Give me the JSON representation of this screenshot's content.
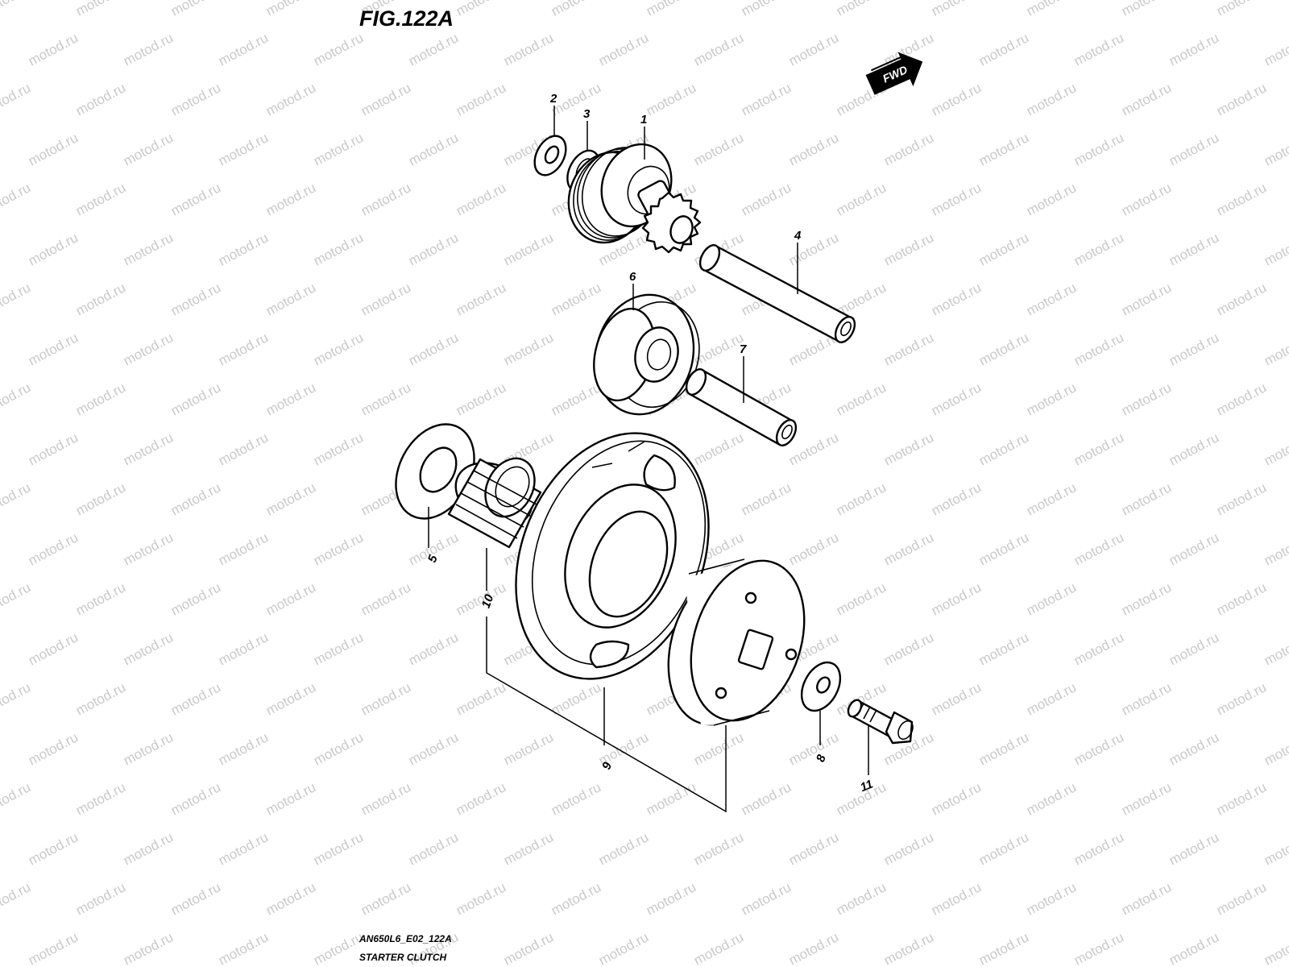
{
  "figure_title": "FIG.122A",
  "fwd_label": "FWD",
  "watermark_text": "motod.ru",
  "footer": {
    "model_code": "AN650L6_E02_122A",
    "section_name": "STARTER CLUTCH"
  },
  "callouts": [
    {
      "id": "callout-1",
      "text": "1"
    },
    {
      "id": "callout-2",
      "text": "2"
    },
    {
      "id": "callout-3",
      "text": "3"
    },
    {
      "id": "callout-4",
      "text": "4"
    },
    {
      "id": "callout-5",
      "text": "5"
    },
    {
      "id": "callout-6",
      "text": "6"
    },
    {
      "id": "callout-7",
      "text": "7"
    },
    {
      "id": "callout-8",
      "text": "8"
    },
    {
      "id": "callout-9",
      "text": "9"
    },
    {
      "id": "callout-10",
      "text": "10"
    },
    {
      "id": "callout-11",
      "text": "11"
    }
  ],
  "parts": [
    {
      "callout": "1",
      "icon": "idle-gear-icon"
    },
    {
      "callout": "2",
      "icon": "washer-icon"
    },
    {
      "callout": "3",
      "icon": "wave-washer-icon"
    },
    {
      "callout": "4",
      "icon": "shaft-icon"
    },
    {
      "callout": "5",
      "icon": "thrust-washer-icon"
    },
    {
      "callout": "6",
      "icon": "idle-gear-icon"
    },
    {
      "callout": "7",
      "icon": "shaft-icon"
    },
    {
      "callout": "8",
      "icon": "washer-icon"
    },
    {
      "callout": "9",
      "icon": "starter-clutch-assembly-icon"
    },
    {
      "callout": "10",
      "icon": "needle-bearing-icon"
    },
    {
      "callout": "11",
      "icon": "bolt-icon"
    }
  ],
  "colors": {
    "line": "#000000",
    "watermark": "#c9c9c9",
    "background": "#ffffff"
  }
}
